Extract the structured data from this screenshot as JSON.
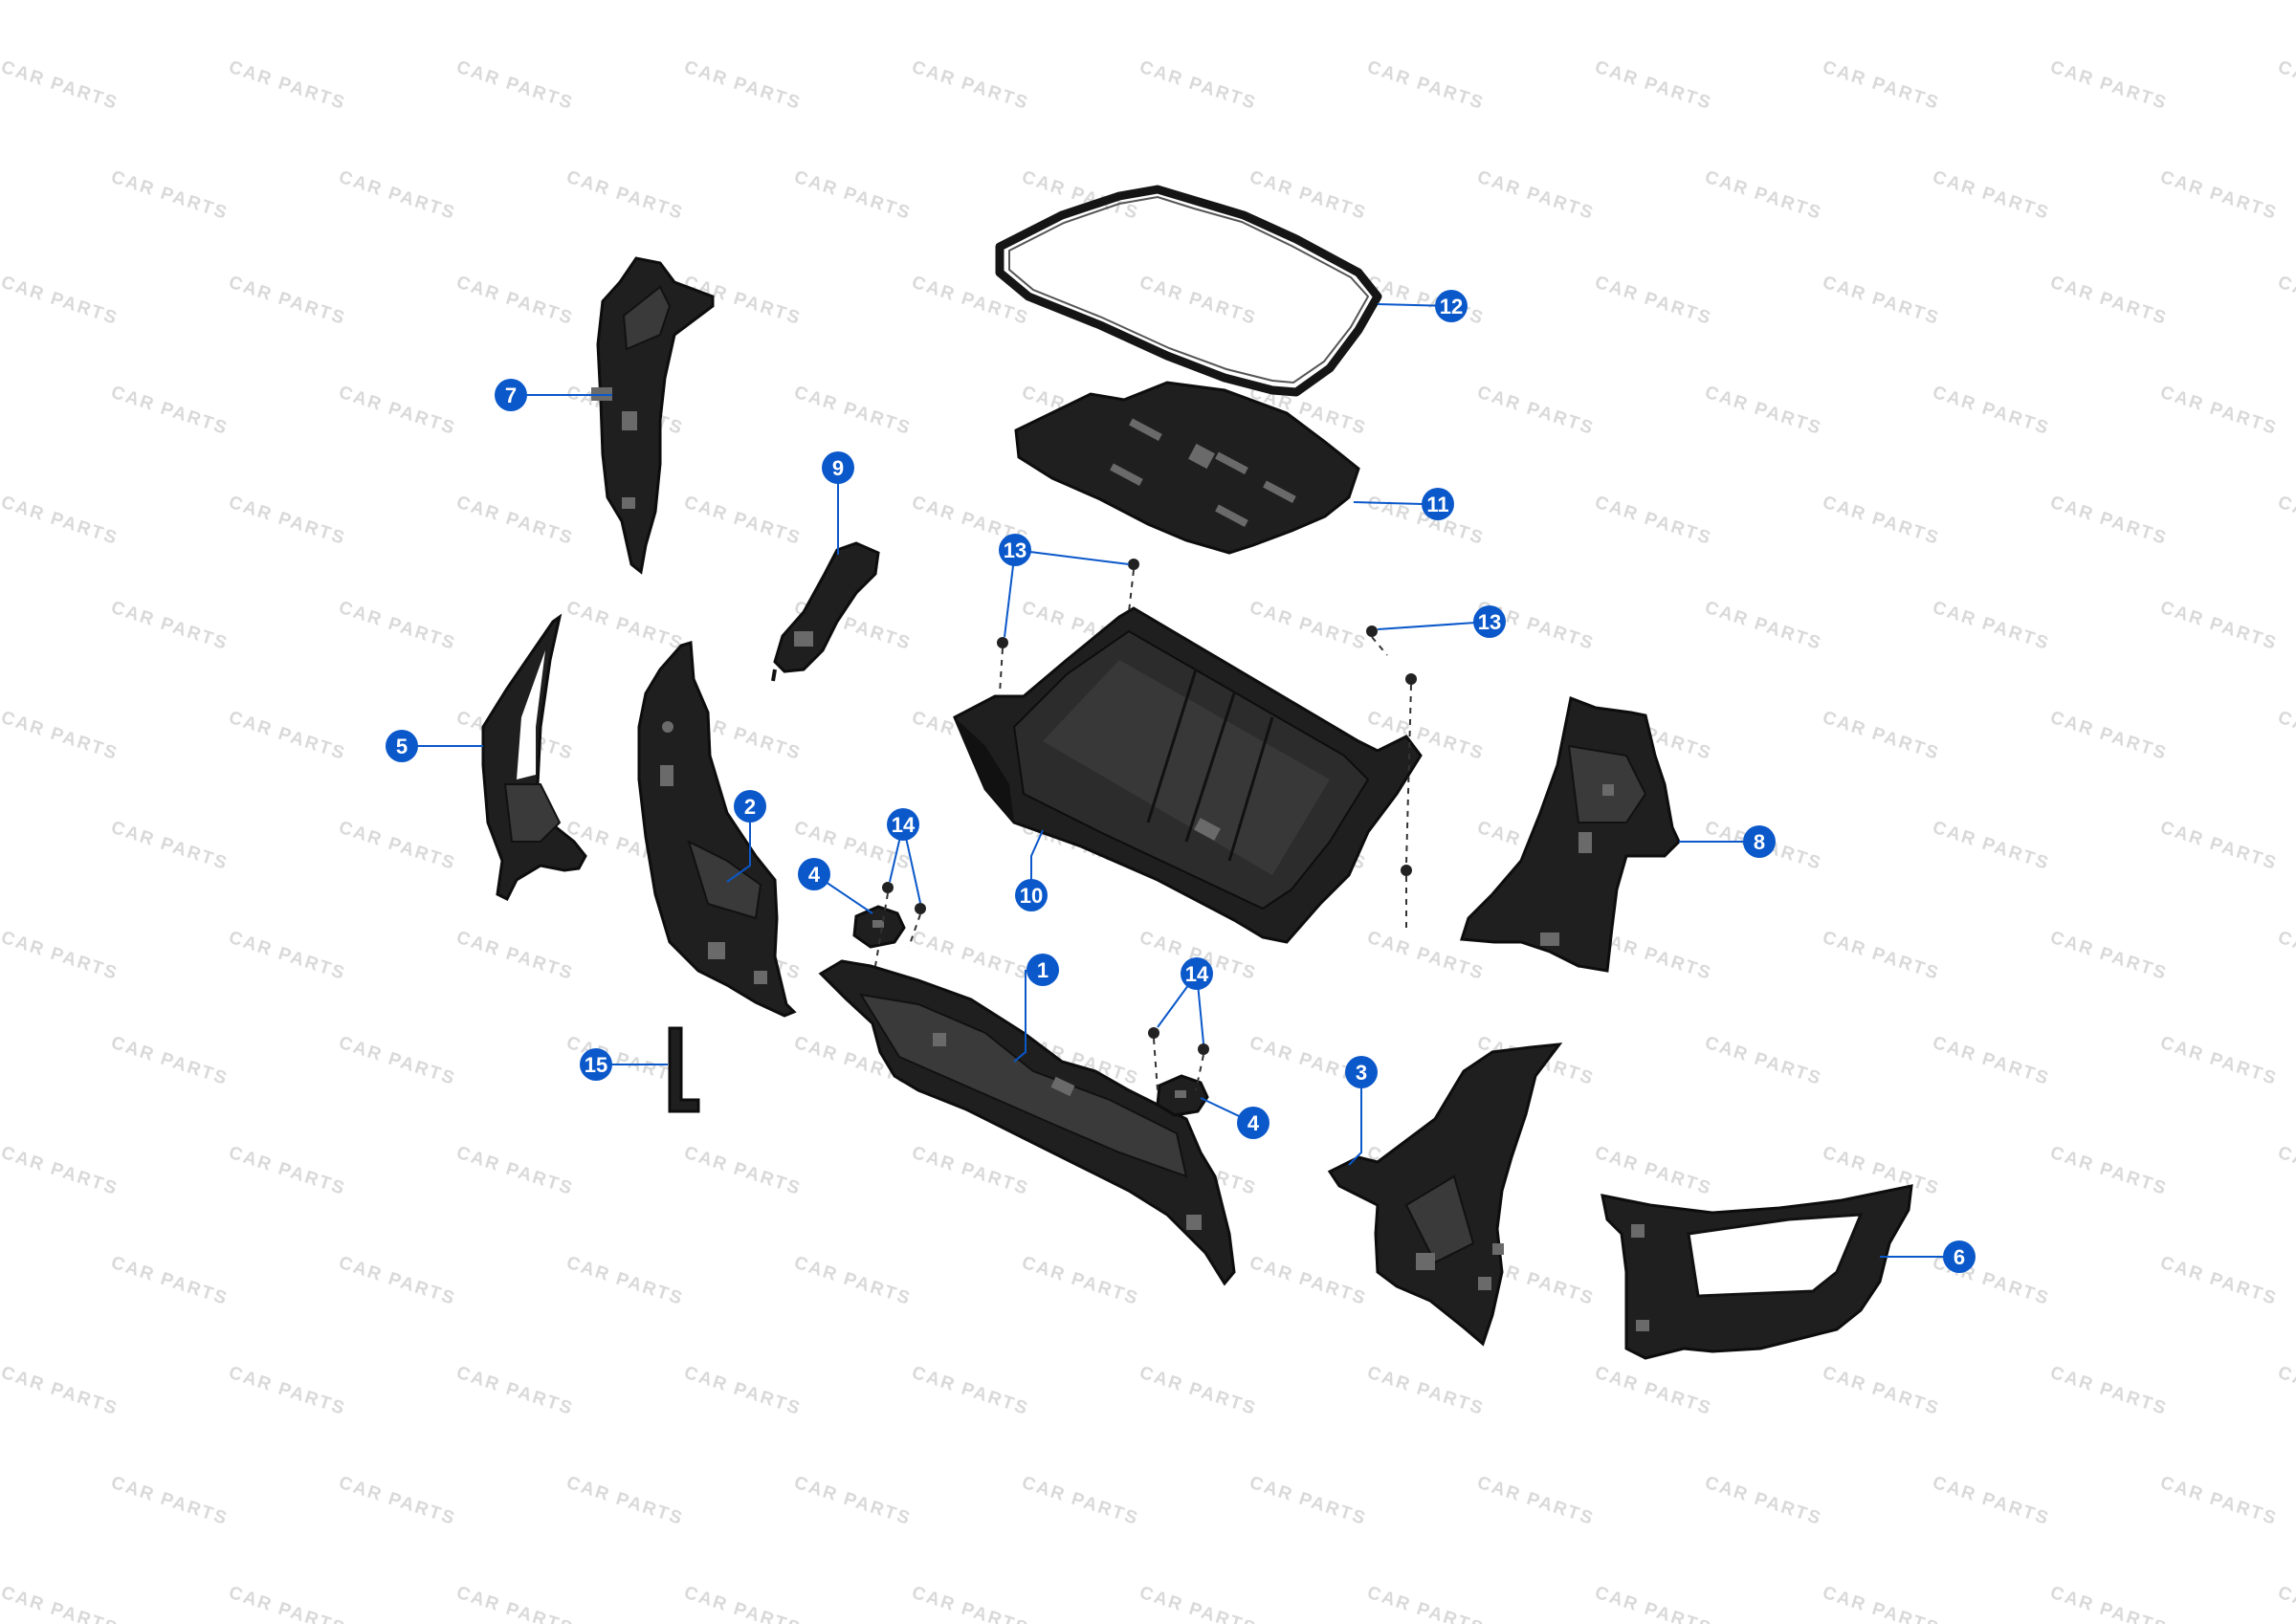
{
  "watermark": {
    "text": "CAR PARTS"
  },
  "colors": {
    "badge": "#0a58ca",
    "badge_text": "#ffffff",
    "part": "#1f1f1f",
    "watermark": "#d9d9d9"
  },
  "callouts": [
    {
      "id": "c1",
      "label": "1"
    },
    {
      "id": "c2",
      "label": "2"
    },
    {
      "id": "c3",
      "label": "3"
    },
    {
      "id": "c4a",
      "label": "4"
    },
    {
      "id": "c4b",
      "label": "4"
    },
    {
      "id": "c5",
      "label": "5"
    },
    {
      "id": "c6",
      "label": "6"
    },
    {
      "id": "c7",
      "label": "7"
    },
    {
      "id": "c8",
      "label": "8"
    },
    {
      "id": "c9",
      "label": "9"
    },
    {
      "id": "c10",
      "label": "10"
    },
    {
      "id": "c11",
      "label": "11"
    },
    {
      "id": "c12",
      "label": "12"
    },
    {
      "id": "c13a",
      "label": "13"
    },
    {
      "id": "c13b",
      "label": "13"
    },
    {
      "id": "c14a",
      "label": "14"
    },
    {
      "id": "c14b",
      "label": "14"
    },
    {
      "id": "c15",
      "label": "15"
    }
  ]
}
